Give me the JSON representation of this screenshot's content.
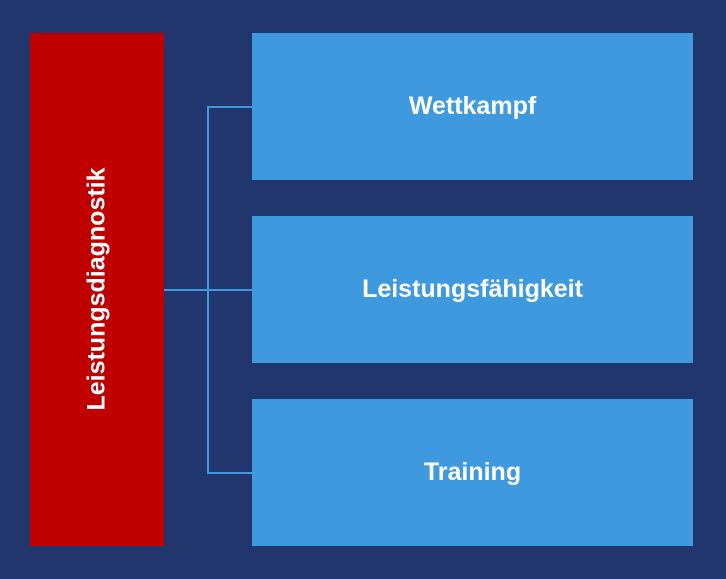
{
  "diagram": {
    "root": {
      "label": "Leistungsdiagnostik"
    },
    "children": [
      {
        "label": "Wettkampf"
      },
      {
        "label": "Leistungsfähigkeit"
      },
      {
        "label": "Training"
      }
    ]
  },
  "colors": {
    "background": "#22366e",
    "root_box": "#c00000",
    "child_box": "#3e99de",
    "connector": "#3e99de",
    "text": "#ffffff"
  }
}
